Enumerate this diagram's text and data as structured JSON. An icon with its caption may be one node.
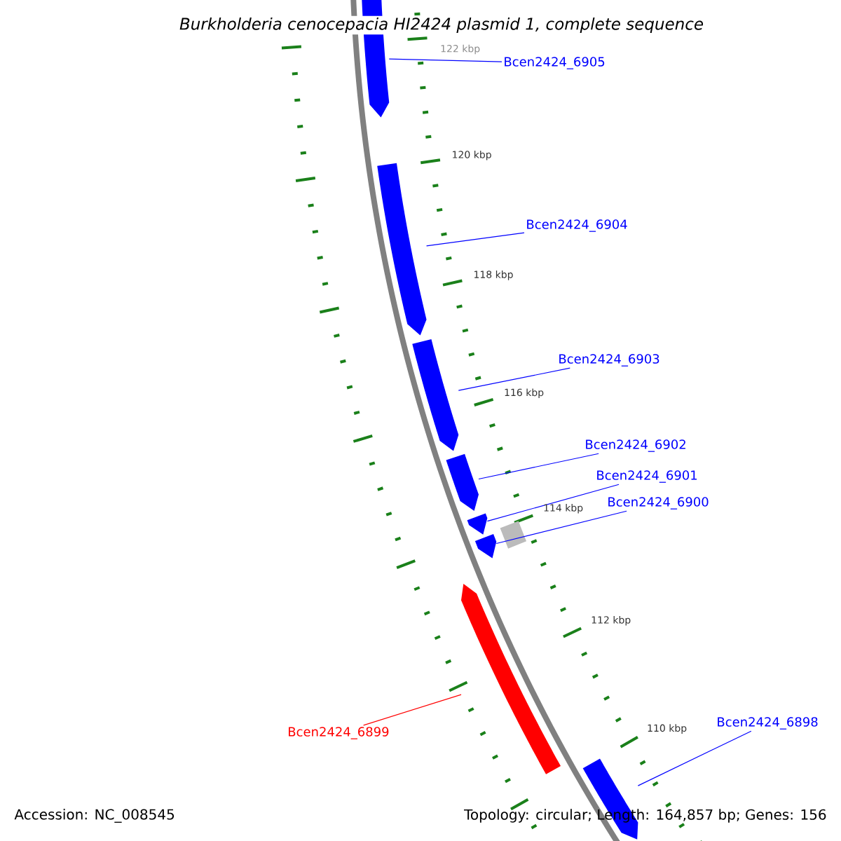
{
  "diagram": {
    "title": "Burkholderia cenocepacia HI2424 plasmid 1, complete sequence",
    "nodes": [
      {
        "text": [],
        "shape": "bar"
      },
      {
        "text": [],
        "shape": "bar"
      },
      {
        "text": [],
        "shape": "bar"
      },
      {
        "text": [],
        "shape": "bar"
      },
      {
        "text": [],
        "shape": "bar"
      },
      {
        "text": [],
        "shape": "bar"
      },
      {
        "text": [],
        "shape": "box"
      },
      {
        "text": [],
        "shape": "bar"
      },
      {
        "text": [],
        "shape": "bar"
      },
      {
        "text": [
          "Bcen2424_6905"
        ]
      },
      {
        "text": [
          "Bcen2424_6904"
        ]
      },
      {
        "text": [
          "Bcen2424_6903"
        ]
      },
      {
        "text": [
          "Bcen2424_6902"
        ]
      },
      {
        "text": [
          "Bcen2424_6901"
        ]
      },
      {
        "text": [
          "Bcen2424_6900"
        ]
      },
      {
        "text": [
          "Bcen2424_6899"
        ]
      },
      {
        "text": [
          "Bcen2424_6898"
        ]
      }
    ],
    "edges": [
      {
        "from": 9,
        "to": 0,
        "arrow": "none"
      },
      {
        "from": 10,
        "to": 1,
        "arrow": "none"
      },
      {
        "from": 11,
        "to": 2,
        "arrow": "none"
      },
      {
        "from": 12,
        "to": 3,
        "arrow": "none"
      },
      {
        "from": 13,
        "to": 4,
        "arrow": "none"
      },
      {
        "from": 14,
        "to": 5,
        "arrow": "none"
      },
      {
        "from": 15,
        "to": 7,
        "arrow": "none",
        "color": "#ff0000"
      },
      {
        "from": 16,
        "to": 8,
        "arrow": "none"
      }
    ],
    "labels": [
      "122 kbp",
      "120 kbp",
      "118 kbp",
      "116 kbp",
      "114 kbp",
      "112 kbp",
      "110 kbp",
      "Accession: NC_008545",
      "Topology: circular; Length: 164,857 bp; Genes: 156"
    ]
  }
}
